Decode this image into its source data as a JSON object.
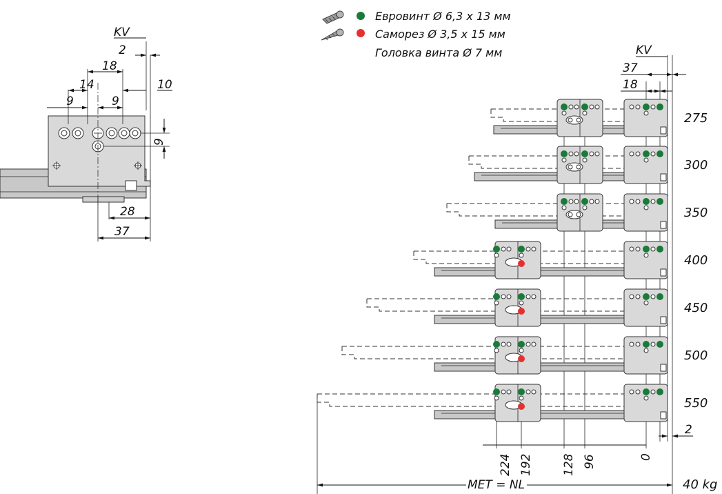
{
  "legend": [
    {
      "label": "Евровинт Ø 6,3 x 13 мм",
      "color": "#1a7a3a",
      "icon": "euro-screw-icon"
    },
    {
      "label": "Саморез Ø 3,5 x 15 мм",
      "color": "#e53030",
      "icon": "self-tapping-screw-icon"
    },
    {
      "label": "Головка винта Ø 7 мм"
    }
  ],
  "side_view": {
    "labels": {
      "kv": "KV",
      "d2": "2",
      "d18": "18",
      "d14": "14",
      "d10": "10",
      "d9a": "9",
      "d9b": "9",
      "d9v": "9",
      "d28": "28",
      "d37": "37"
    }
  },
  "front_view": {
    "labels": {
      "kv": "KV",
      "d37": "37",
      "d18": "18",
      "d2": "2",
      "x224": "224",
      "x192": "192",
      "x128": "128",
      "x96": "96",
      "x0": "0",
      "met": "MET = NL",
      "load": "40 kg"
    },
    "rows": [
      {
        "length": "275",
        "screw": "euro"
      },
      {
        "length": "300",
        "screw": "euro"
      },
      {
        "length": "350",
        "screw": "euro"
      },
      {
        "length": "400",
        "screw": "self-tapping"
      },
      {
        "length": "450",
        "screw": "self-tapping"
      },
      {
        "length": "500",
        "screw": "self-tapping"
      },
      {
        "length": "550",
        "screw": "self-tapping"
      }
    ]
  },
  "colors": {
    "euro": "#1a7a3a",
    "self_tapping": "#e53030"
  }
}
